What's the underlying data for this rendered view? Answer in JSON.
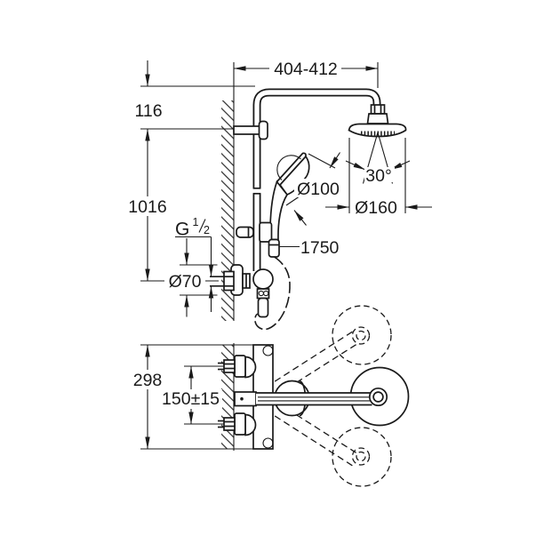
{
  "drawing": {
    "kind": "shower-system-dimensional-drawing",
    "colors": {
      "line": "#1a1a1a",
      "background": "#ffffff"
    },
    "labels": {
      "arm_reach": "404-412",
      "wall_top_offset": "116",
      "riser_height": "1016",
      "thread_g": "G",
      "thread_num": "1",
      "thread_den": "2",
      "escutcheon_diameter": "Ø70",
      "hand_shower_diameter": "Ø100",
      "spray_angle": "30°",
      "head_shower_diameter": "Ø160",
      "hose_length": "1750",
      "body_height": "298",
      "inlet_spacing": "150±15"
    }
  }
}
